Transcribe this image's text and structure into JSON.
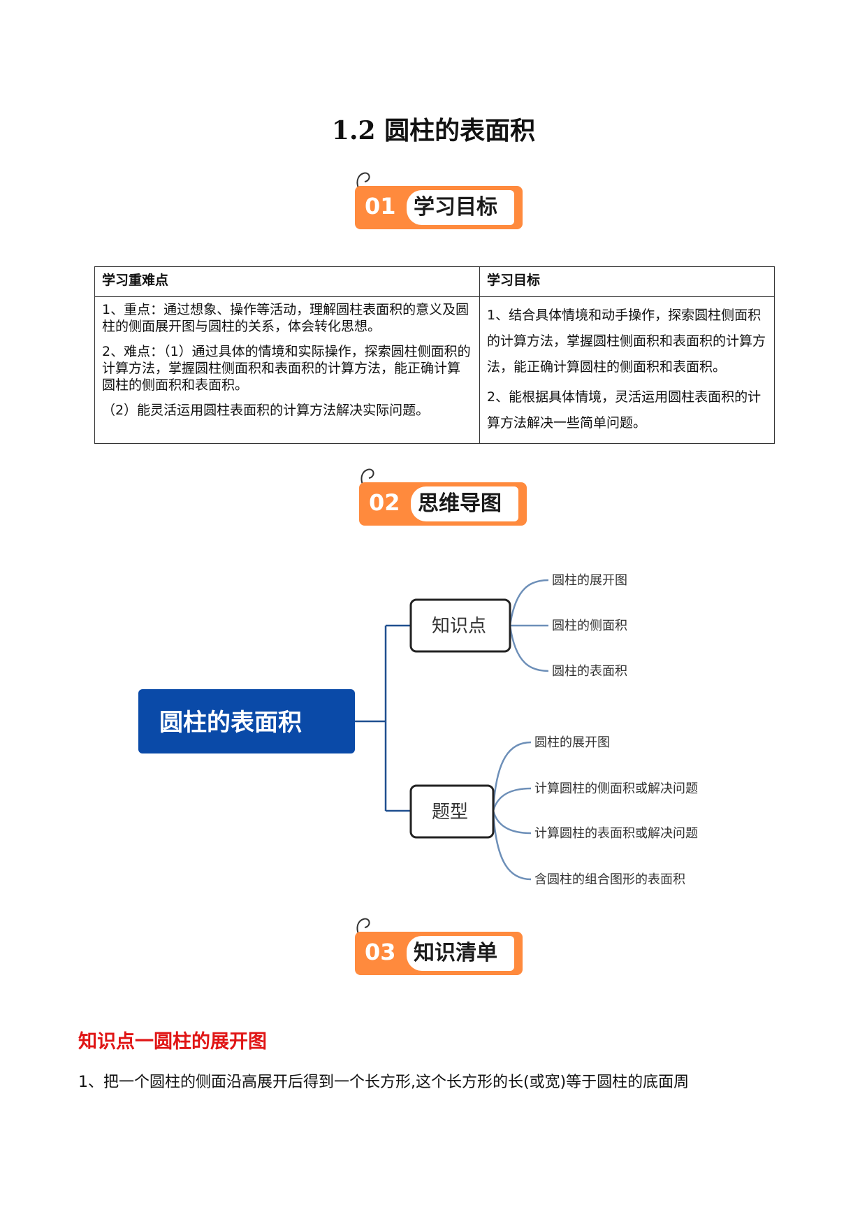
{
  "title": "1.2 圆柱的表面积",
  "sections": [
    {
      "num": "01",
      "label": "学习目标"
    },
    {
      "num": "02",
      "label": "思维导图"
    },
    {
      "num": "03",
      "label": "知识清单"
    }
  ],
  "goals_table": {
    "headers": [
      "学习重难点",
      "学习目标"
    ],
    "left": [
      "1、重点：通过想象、操作等活动，理解圆柱表面积的意义及圆柱的侧面展开图与圆柱的关系，体会转化思想。",
      "2、难点：（1）通过具体的情境和实际操作，探索圆柱侧面积的计算方法，掌握圆柱侧面积和表面积的计算方法，能正确计算圆柱的侧面积和表面积。",
      "（2）能灵活运用圆柱表面积的计算方法解决实际问题。"
    ],
    "right": [
      "1、结合具体情境和动手操作，探索圆柱侧面积的计算方法，掌握圆柱侧面积和表面积的计算方法，能正确计算圆柱的侧面积和表面积。",
      "2、能根据具体情境，灵活运用圆柱表面积的计算方法解决一些简单问题。"
    ]
  },
  "mindmap": {
    "root": "圆柱的表面积",
    "branches": [
      {
        "label": "知识点",
        "children": [
          "圆柱的展开图",
          "圆柱的侧面积",
          "圆柱的表面积"
        ]
      },
      {
        "label": "题型",
        "children": [
          "圆柱的展开图",
          "计算圆柱的侧面积或解决问题",
          "计算圆柱的表面积或解决问题",
          "含圆柱的组合图形的表面积"
        ]
      }
    ],
    "colors": {
      "root_fill": "#0a4aa8",
      "line": "#1f4f8f",
      "curve": "#6d8fb8"
    }
  },
  "knowledge": {
    "heading": "知识点一圆柱的展开图",
    "para": "1、把一个圆柱的侧面沿高展开后得到一个长方形,这个长方形的长(或宽)等于圆柱的底面周"
  }
}
